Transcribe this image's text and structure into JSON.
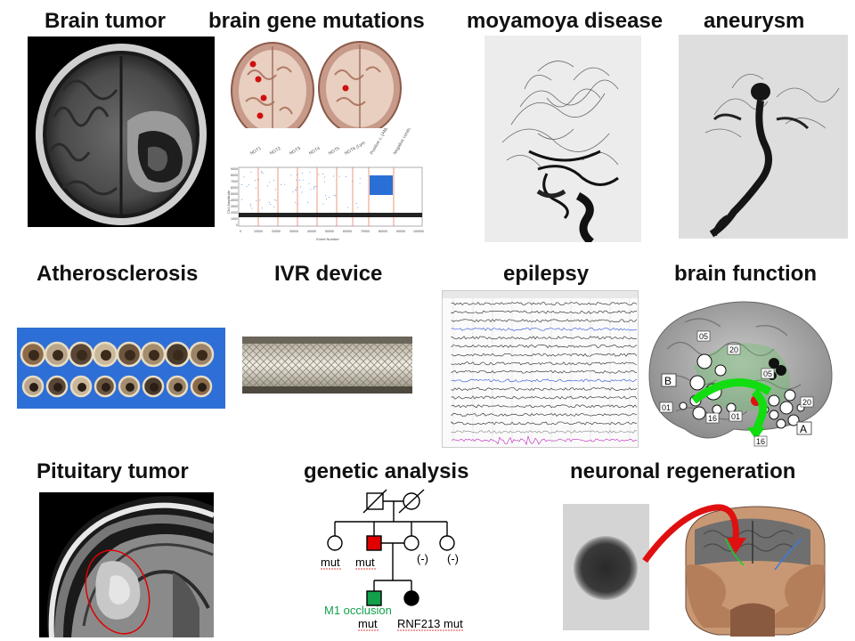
{
  "titles": {
    "brain_tumor": "Brain tumor",
    "gene_mutations": "brain gene mutations",
    "moyamoya": "moyamoya disease",
    "aneurysm": "aneurysm",
    "atherosclerosis": "Atherosclerosis",
    "ivr_device": "IVR device",
    "epilepsy": "epilepsy",
    "brain_function": "brain function",
    "pituitary_tumor": "Pituitary tumor",
    "genetic_analysis": "genetic analysis",
    "neuronal_regeneration": "neuronal regeneration"
  },
  "gene_plot": {
    "channels": [
      "NGT1",
      "NGT2",
      "NGT3",
      "NGT4",
      "NGT5",
      "NGT6 (Lym",
      "Positive c. (AML)",
      "Negative control"
    ],
    "ylabel": "Ch1 Amplitude",
    "xlabel": "Event Number",
    "yticks": [
      "9000",
      "8000",
      "7000",
      "6000",
      "5000",
      "4000",
      "3000",
      "2000",
      "1000",
      "0"
    ],
    "xticks": [
      "0",
      "10000",
      "20000",
      "30000",
      "40000",
      "50000",
      "60000",
      "70000",
      "80000",
      "90000",
      "100000"
    ]
  },
  "brain_map": {
    "labels": [
      "05",
      "20",
      "05",
      "20",
      "01",
      "16",
      "01",
      "16"
    ],
    "region_a": "A",
    "region_b": "B"
  },
  "pedigree": {
    "mut1": "mut",
    "mut2": "mut",
    "neg1": "(-)",
    "neg2": "(-)",
    "m1": "M1 occlusion",
    "mut3": "mut",
    "rnf": "RNF213 mut"
  },
  "colors": {
    "pedigree_red": "#e00000",
    "pedigree_green": "#12a04a",
    "arrow_green": "#11dd11",
    "arrow_red": "#e01010"
  }
}
